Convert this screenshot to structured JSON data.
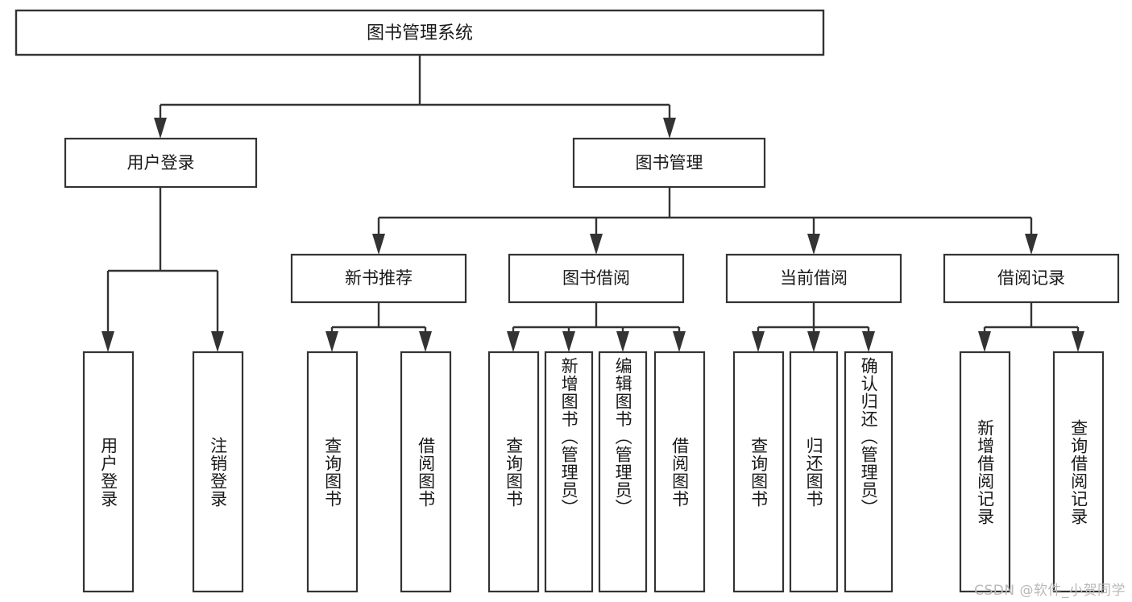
{
  "diagram": {
    "title": "图书管理系统",
    "type": "tree-hierarchy-chart",
    "background_color": "#ffffff",
    "box_border_color": "#333333",
    "box_fill_color": "#ffffff",
    "text_color": "#1a1a1a",
    "root": {
      "id": "root",
      "label": "图书管理系统"
    },
    "level2": [
      {
        "id": "user-login",
        "label": "用户登录"
      },
      {
        "id": "book-manage",
        "label": "图书管理"
      }
    ],
    "level3": [
      {
        "id": "new-book-recommend",
        "label": "新书推荐",
        "parent": "book-manage"
      },
      {
        "id": "book-borrow",
        "label": "图书借阅",
        "parent": "book-manage"
      },
      {
        "id": "current-borrow",
        "label": "当前借阅",
        "parent": "book-manage"
      },
      {
        "id": "borrow-record",
        "label": "借阅记录",
        "parent": "book-manage"
      }
    ],
    "leaves": [
      {
        "id": "leaf-user-login",
        "label": "用户登录",
        "parent": "user-login"
      },
      {
        "id": "leaf-logout-login",
        "label": "注销登录",
        "parent": "user-login"
      },
      {
        "id": "leaf-query-book-1",
        "label": "查询图书",
        "parent": "new-book-recommend"
      },
      {
        "id": "leaf-borrow-book-1",
        "label": "借阅图书",
        "parent": "new-book-recommend"
      },
      {
        "id": "leaf-query-book-2",
        "label": "查询图书",
        "parent": "book-borrow"
      },
      {
        "id": "leaf-add-book",
        "label": "新增图书（管理员）",
        "parent": "book-borrow"
      },
      {
        "id": "leaf-edit-book",
        "label": "编辑图书（管理员）",
        "parent": "book-borrow"
      },
      {
        "id": "leaf-borrow-book-2",
        "label": "借阅图书",
        "parent": "book-borrow"
      },
      {
        "id": "leaf-query-book-3",
        "label": "查询图书",
        "parent": "current-borrow"
      },
      {
        "id": "leaf-return-book",
        "label": "归还图书",
        "parent": "current-borrow"
      },
      {
        "id": "leaf-confirm-return",
        "label": "确认归还（管理员）",
        "parent": "current-borrow"
      },
      {
        "id": "leaf-add-record",
        "label": "新增借阅记录",
        "parent": "borrow-record"
      },
      {
        "id": "leaf-query-record",
        "label": "查询借阅记录",
        "parent": "borrow-record"
      }
    ]
  },
  "watermark": {
    "text": "CSDN @软件_小贺同学"
  }
}
